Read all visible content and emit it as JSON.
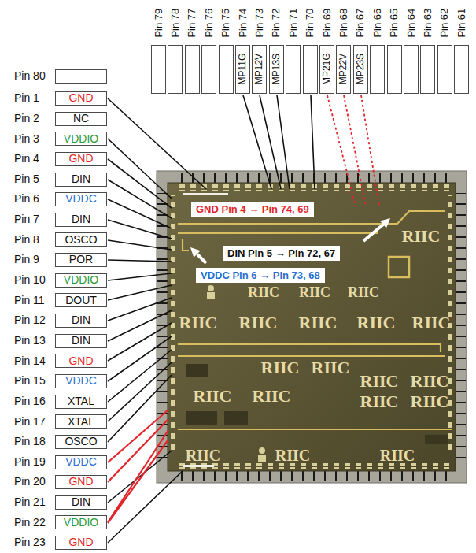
{
  "diagram": {
    "nodes": [
      {
        "text": [
          "Pin 79"
        ]
      },
      {
        "text": [
          "Pin 78"
        ]
      },
      {
        "text": [
          "Pin 77"
        ]
      },
      {
        "text": [
          "Pin 76"
        ]
      },
      {
        "text": [
          "Pin 75"
        ]
      },
      {
        "text": [
          "Pin 74",
          "MP11G"
        ]
      },
      {
        "text": [
          "Pin 73",
          "MP12V"
        ]
      },
      {
        "text": [
          "Pin 72",
          "MP13S"
        ]
      },
      {
        "text": [
          "Pin 71"
        ]
      },
      {
        "text": [
          "Pin 70"
        ]
      },
      {
        "text": [
          "Pin 69",
          "MP21G"
        ]
      },
      {
        "text": [
          "Pin 68",
          "MP22V"
        ]
      },
      {
        "text": [
          "Pin 67",
          "MP23S"
        ]
      },
      {
        "text": [
          "Pin 66"
        ]
      },
      {
        "text": [
          "Pin 65"
        ]
      },
      {
        "text": [
          "Pin 64"
        ]
      },
      {
        "text": [
          "Pin 63"
        ]
      },
      {
        "text": [
          "Pin 62"
        ]
      },
      {
        "text": [
          "Pin 61"
        ]
      },
      {
        "text": [
          "Pin 80"
        ]
      },
      {
        "text": [
          "Pin  1",
          "GND"
        ]
      },
      {
        "text": [
          "Pin  2",
          "NC"
        ]
      },
      {
        "text": [
          "Pin  3",
          "VDDIO"
        ]
      },
      {
        "text": [
          "Pin  4",
          "GND"
        ]
      },
      {
        "text": [
          "Pin  5",
          "DIN"
        ]
      },
      {
        "text": [
          "Pin  6",
          "VDDC"
        ]
      },
      {
        "text": [
          "Pin  7",
          "DIN"
        ]
      },
      {
        "text": [
          "Pin  8",
          "OSCO"
        ]
      },
      {
        "text": [
          "Pin  9",
          "POR"
        ]
      },
      {
        "text": [
          "Pin 10",
          "VDDIO"
        ]
      },
      {
        "text": [
          "Pin 11",
          "DOUT"
        ]
      },
      {
        "text": [
          "Pin 12",
          "DIN"
        ]
      },
      {
        "text": [
          "Pin 13",
          "DIN"
        ]
      },
      {
        "text": [
          "Pin 14",
          "GND"
        ]
      },
      {
        "text": [
          "Pin 15",
          "VDDC"
        ]
      },
      {
        "text": [
          "Pin 16",
          "XTAL"
        ]
      },
      {
        "text": [
          "Pin 17",
          "XTAL"
        ]
      },
      {
        "text": [
          "Pin 18",
          "OSCO"
        ]
      },
      {
        "text": [
          "Pin 19",
          "VDDC"
        ]
      },
      {
        "text": [
          "Pin 20",
          "GND"
        ]
      },
      {
        "text": [
          "Pin 21",
          "DIN"
        ]
      },
      {
        "text": [
          "Pin 22",
          "VDDIO"
        ]
      },
      {
        "text": [
          "Pin 23",
          "GND"
        ]
      },
      {
        "text": [
          "GND Pin 4 → Pin 74, 69"
        ]
      },
      {
        "text": [
          "DIN Pin 5 → Pin 72, 67"
        ]
      },
      {
        "text": [
          "VDDC Pin 6 → Pin 73, 68"
        ]
      }
    ],
    "labels": [
      "RIIC",
      "RIIC",
      "RIIC",
      "RIIC",
      "RIIC",
      "RIIC",
      "RIIC",
      "RIIC",
      "RIIC",
      "RIIC",
      "RIIC",
      "RIIC",
      "RIIC",
      "RIIC",
      "RIIC",
      "RIIC",
      "RIIC",
      "RIIC",
      "RIIC",
      "RIIC"
    ]
  }
}
